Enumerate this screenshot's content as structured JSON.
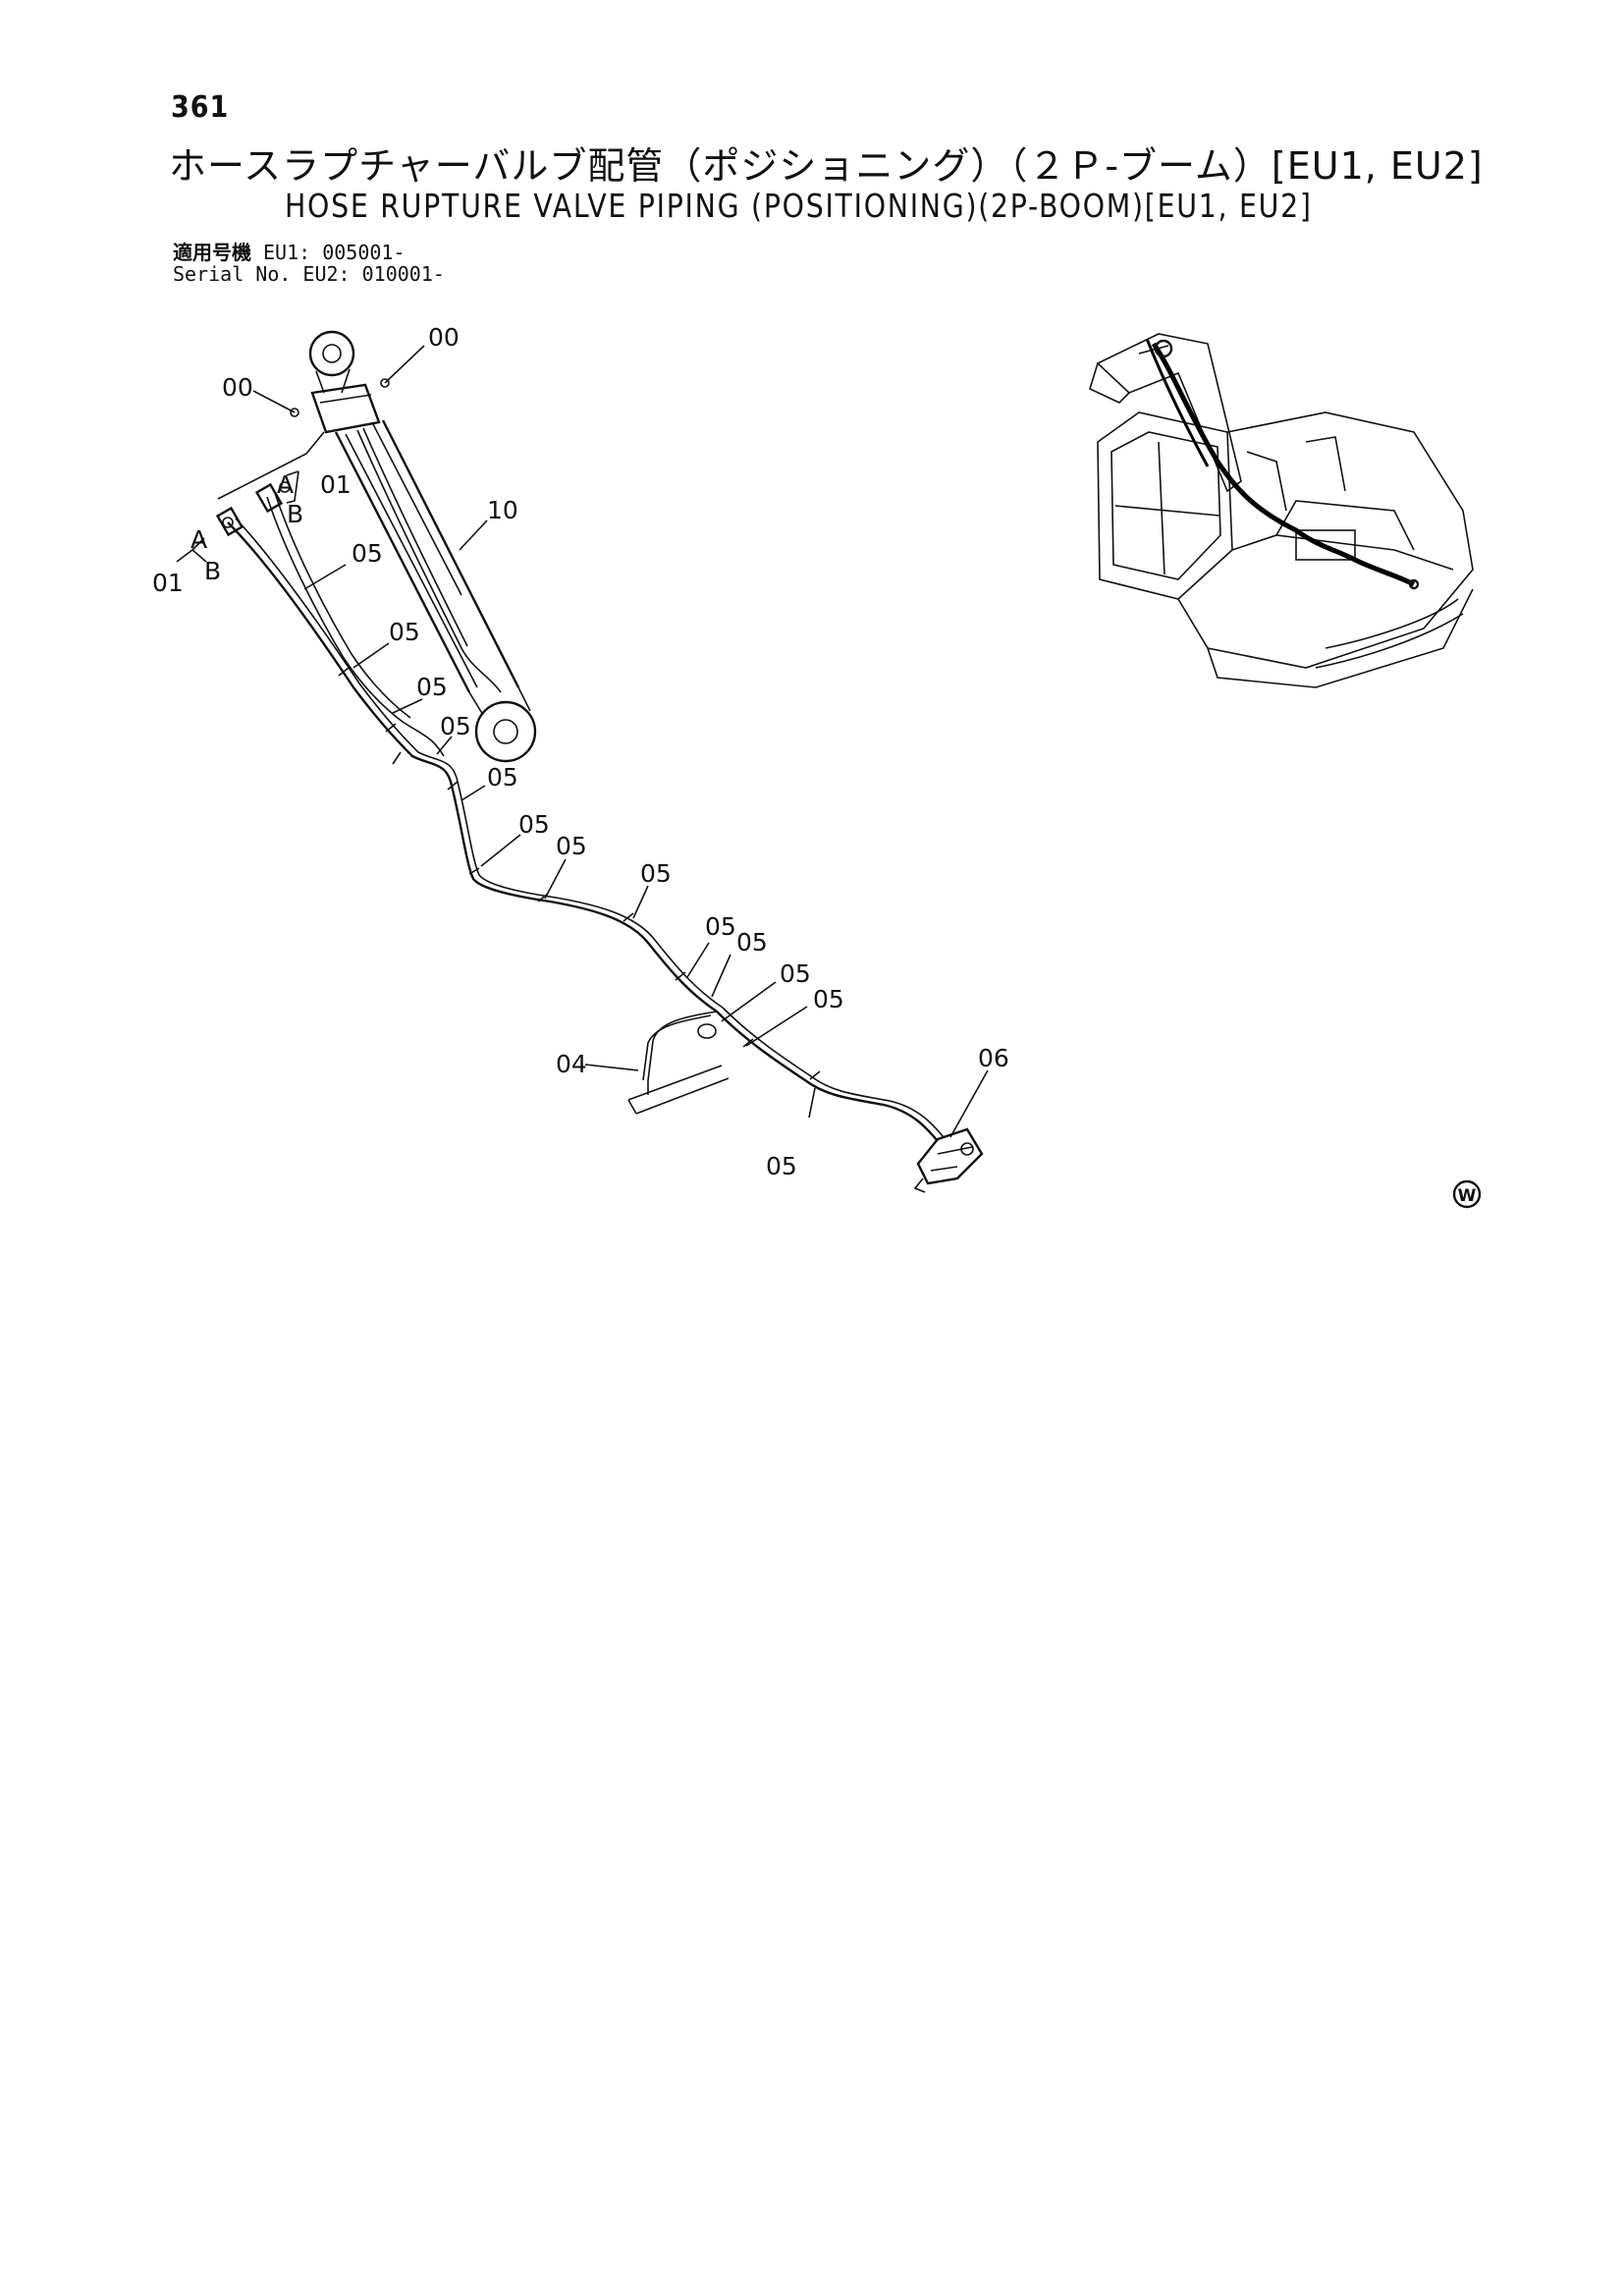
{
  "page": {
    "number": "361",
    "title_jp": "ホースラプチャーバルブ配管（ポジショニング）（２Ｐ-ブーム）[EU1, EU2]",
    "title_en": "HOSE RUPTURE VALVE PIPING (POSITIONING)(2P-BOOM)[EU1, EU2]"
  },
  "serial": {
    "label_jp": "適用号機",
    "label_en": "Serial No.",
    "eu1": "EU1: 005001-",
    "eu2": "EU2: 010001-"
  },
  "callouts": {
    "c00a": "00",
    "c00b": "00",
    "c01a": "01",
    "c01b": "01",
    "cA1": "A",
    "cB1": "B",
    "cA2": "A",
    "cB2": "B",
    "c10": "10",
    "c05_1": "05",
    "c05_2": "05",
    "c05_3": "05",
    "c05_4": "05",
    "c05_5": "05",
    "c05_6": "05",
    "c05_7": "05",
    "c05_8": "05",
    "c05_9": "05",
    "c05_10": "05",
    "c05_11": "05",
    "c05_12": "05",
    "c05_13": "05",
    "c04": "04",
    "c06": "06"
  },
  "mark": {
    "symbol": "W"
  }
}
